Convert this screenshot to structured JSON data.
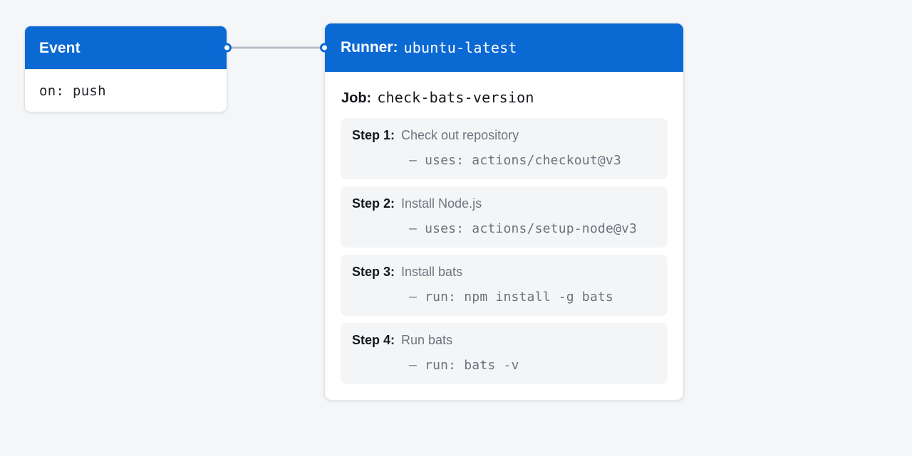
{
  "canvas": {
    "background_color": "#f5f6f8",
    "accent_color": "#0b69d4",
    "card_background_color": "#f4f5f7",
    "edge_color": "#b8bfc8"
  },
  "event_node": {
    "header_title": "Event",
    "body_text": "on: push",
    "source_handle_name": "event-source-handle"
  },
  "runner_node": {
    "header_label": "Runner:",
    "header_value": "ubuntu-latest",
    "target_handle_name": "runner-target-handle",
    "job_label": "Job:",
    "job_value": "check-bats-version",
    "steps": [
      {
        "number": "Step 1:",
        "title": "Check out repository",
        "command": "— uses: actions/checkout@v3"
      },
      {
        "number": "Step 2:",
        "title": "Install Node.js",
        "command": "— uses: actions/setup-node@v3"
      },
      {
        "number": "Step 3:",
        "title": "Install bats",
        "command": "— run: npm install -g bats"
      },
      {
        "number": "Step 4:",
        "title": "Run bats",
        "command": "— run: bats -v"
      }
    ]
  }
}
